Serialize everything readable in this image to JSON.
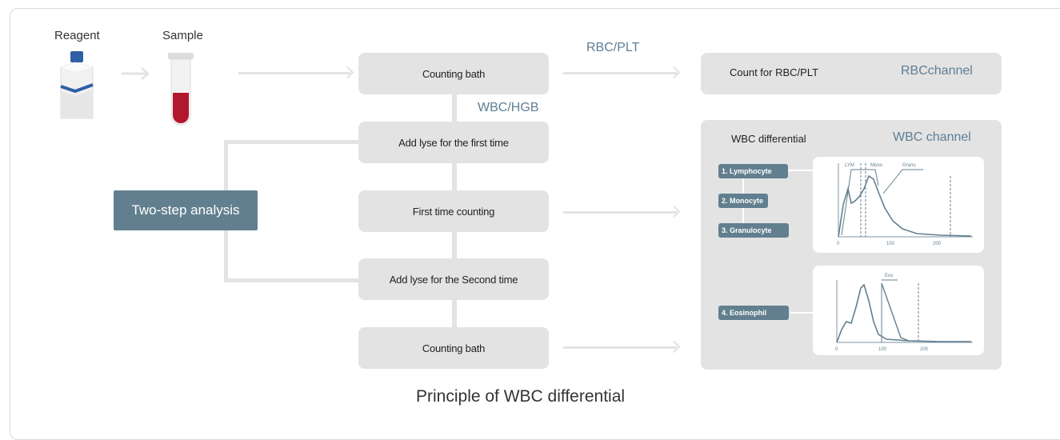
{
  "labels": {
    "reagent": "Reagent",
    "sample": "Sample",
    "rbc_plt_arrow": "RBC/PLT",
    "wbc_hgb": "WBC/HGB",
    "two_step": "Two-step analysis",
    "caption": "Principle of WBC differential"
  },
  "flow_boxes": [
    "Counting bath",
    "Add lyse for the first time",
    "First time counting",
    "Add lyse for the Second time",
    "Counting bath"
  ],
  "rbc_panel": {
    "text": "Count for RBC/PLT",
    "channel": "RBCchannel"
  },
  "wbc_panel": {
    "title": "WBC differential",
    "channel": "WBC channel",
    "cells": [
      "1. Lymphocyte",
      "2. Monocyte",
      "3. Granulocyte",
      "4. Eosinophil"
    ],
    "chart1": {
      "markers": [
        "LYM",
        "Mono",
        "Granu"
      ],
      "ticks": [
        "0",
        "100",
        "200"
      ]
    },
    "chart2": {
      "markers": [
        "Eos"
      ],
      "ticks": [
        "0",
        "100",
        "200"
      ]
    }
  },
  "colors": {
    "box_gray": "#e3e3e3",
    "accent_blue": "#5d7e96",
    "badge_slate": "#627f8f",
    "sample_red": "#b2182b",
    "reagent_blue": "#2e5fa7"
  }
}
